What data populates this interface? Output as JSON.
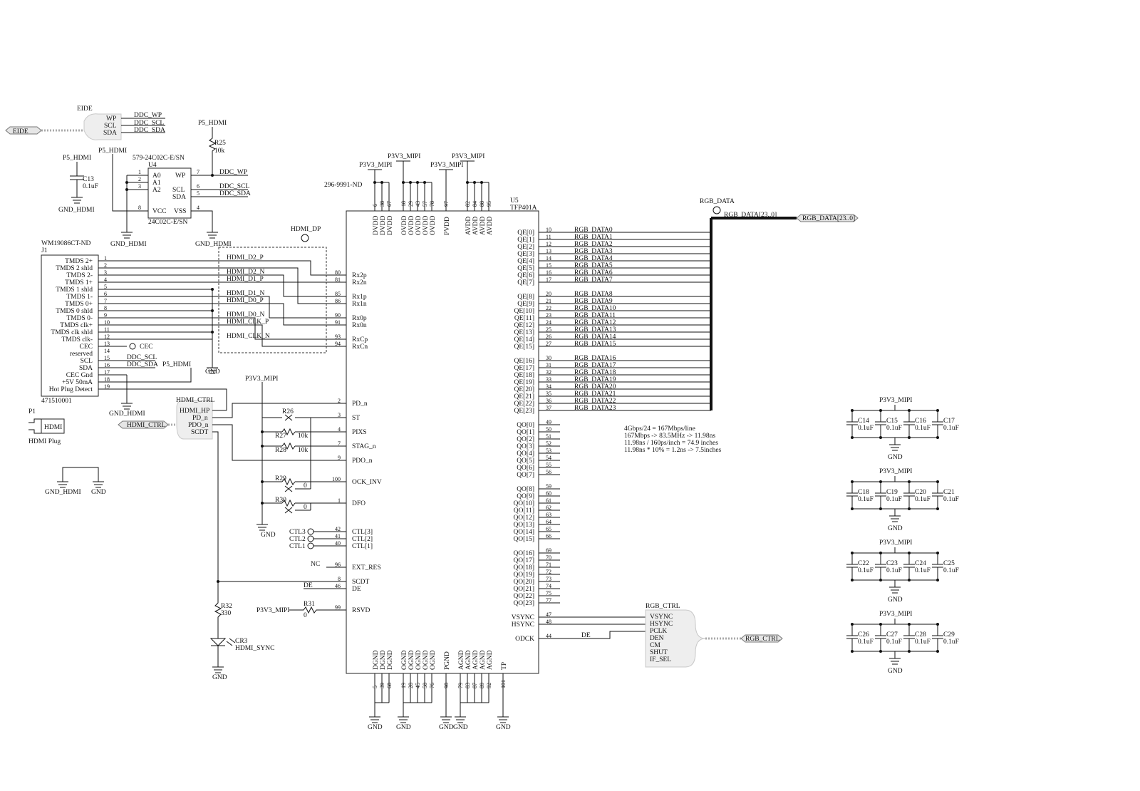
{
  "eide": {
    "port_label": "EIDE",
    "title": "EIDE",
    "pins": [
      "WP",
      "SCL",
      "SDA"
    ],
    "nets": [
      "DDC_WP",
      "DDC_SCL",
      "DDC_SDA"
    ]
  },
  "power": {
    "p5": "P5_HDMI",
    "p3": "P3V3_MIPI",
    "gnd": "GND",
    "gnd_hdmi": "GND_HDMI"
  },
  "c13": {
    "ref": "C13",
    "value": "0.1uF"
  },
  "r25": {
    "ref": "R25",
    "value": "10k"
  },
  "u4": {
    "ref": "U4",
    "part_no": "579-24C02C-E/SN",
    "device": "24C02C-E/SN",
    "pins_left": [
      {
        "num": "1",
        "name": "A0"
      },
      {
        "num": "2",
        "name": "A1"
      },
      {
        "num": "3",
        "name": "A2"
      }
    ],
    "pin_wp": {
      "num": "7",
      "name": "WP"
    },
    "pin_scl": {
      "num": "6",
      "name": "SCL"
    },
    "pin_sda": {
      "num": "5",
      "name": "SDA"
    },
    "pin_vcc": {
      "num": "8",
      "name": "VCC"
    },
    "pin_vss": {
      "num": "4",
      "name": "VSS"
    },
    "nets": [
      "DDC_WP",
      "DDC_SCL",
      "DDC_SDA"
    ]
  },
  "hdmi_dp": {
    "label": "HDMI_DP",
    "nets": [
      "HDMI_D2_P",
      "HDMI_D2_N",
      "HDMI_D1_P",
      "HDMI_D1_N",
      "HDMI_D0_P",
      "HDMI_D0_N",
      "HDMI_CLK_P",
      "HDMI_CLK_N"
    ]
  },
  "j1": {
    "part": "WM19086CT-ND",
    "ref": "J1",
    "footer": "471510001",
    "pins": [
      {
        "num": "1",
        "name": "TMDS 2+"
      },
      {
        "num": "2",
        "name": "TMDS 2 shld"
      },
      {
        "num": "3",
        "name": "TMDS 2-"
      },
      {
        "num": "4",
        "name": "TMDS 1+"
      },
      {
        "num": "5",
        "name": "TMDS 1 shld"
      },
      {
        "num": "6",
        "name": "TMDS 1-"
      },
      {
        "num": "7",
        "name": "TMDS 0+"
      },
      {
        "num": "8",
        "name": "TMDS 0 shld"
      },
      {
        "num": "9",
        "name": "TMDS 0-"
      },
      {
        "num": "10",
        "name": "TMDS clk+"
      },
      {
        "num": "11",
        "name": "TMDS clk shld"
      },
      {
        "num": "12",
        "name": "TMDS clk-"
      },
      {
        "num": "13",
        "name": "CEC"
      },
      {
        "num": "14",
        "name": "reserved"
      },
      {
        "num": "15",
        "name": "SCL"
      },
      {
        "num": "16",
        "name": "SDA"
      },
      {
        "num": "17",
        "name": "CEC Gnd"
      },
      {
        "num": "18",
        "name": "+5V 50mA"
      },
      {
        "num": "19",
        "name": "Hot Plug Detect"
      }
    ],
    "cec": "CEC",
    "ddc_scl": "DDC_SCL",
    "ddc_sda": "DDC_SDA"
  },
  "p1": {
    "ref": "P1",
    "body": "HDMI",
    "caption": "HDMI Plug"
  },
  "hdmi_ctrl": {
    "title": "HDMI_CTRL",
    "port": "HDMI_CTRL",
    "pins": [
      "HDMI_HP",
      "PD_n",
      "PDO_n",
      "SCDT"
    ]
  },
  "u5": {
    "ref": "U5",
    "device": "TFP401A",
    "part_no": "296-9991-ND",
    "top_pins": [
      {
        "num": "6",
        "name": "DVDD"
      },
      {
        "num": "38",
        "name": "DVDD"
      },
      {
        "num": "67",
        "name": "DVDD"
      },
      {
        "num": "18",
        "name": "OVDD"
      },
      {
        "num": "29",
        "name": "OVDD"
      },
      {
        "num": "43",
        "name": "OVDD"
      },
      {
        "num": "57",
        "name": "OVDD"
      },
      {
        "num": "78",
        "name": "OVDD"
      },
      {
        "num": "97",
        "name": "PVDD"
      },
      {
        "num": "82",
        "name": "AVDD"
      },
      {
        "num": "84",
        "name": "AVDD"
      },
      {
        "num": "88",
        "name": "AVDD"
      },
      {
        "num": "95",
        "name": "AVDD"
      }
    ],
    "bottom_pins": [
      {
        "num": "5",
        "name": "DGND"
      },
      {
        "num": "39",
        "name": "DGND"
      },
      {
        "num": "68",
        "name": "DGND"
      },
      {
        "num": "19",
        "name": "OGND"
      },
      {
        "num": "28",
        "name": "OGND"
      },
      {
        "num": "45",
        "name": "OGND"
      },
      {
        "num": "58",
        "name": "OGND"
      },
      {
        "num": "76",
        "name": "OGND"
      },
      {
        "num": "98",
        "name": "PGND"
      },
      {
        "num": "79",
        "name": "AGND"
      },
      {
        "num": "83",
        "name": "AGND"
      },
      {
        "num": "87",
        "name": "AGND"
      },
      {
        "num": "89",
        "name": "AGND"
      },
      {
        "num": "92",
        "name": "AGND"
      },
      {
        "num": "101",
        "name": "TP"
      }
    ],
    "left_pins": [
      {
        "num": "80",
        "name": "Rx2p"
      },
      {
        "num": "81",
        "name": "Rx2n"
      },
      {
        "num": "85",
        "name": "Rx1p"
      },
      {
        "num": "86",
        "name": "Rx1n"
      },
      {
        "num": "90",
        "name": "Rx0p"
      },
      {
        "num": "91",
        "name": "Rx0n"
      },
      {
        "num": "93",
        "name": "RxCp"
      },
      {
        "num": "94",
        "name": "RxCn"
      },
      {
        "num": "2",
        "name": "PD_n"
      },
      {
        "num": "3",
        "name": "ST"
      },
      {
        "num": "4",
        "name": "PIXS"
      },
      {
        "num": "7",
        "name": "STAG_n"
      },
      {
        "num": "9",
        "name": "PDO_n"
      },
      {
        "num": "100",
        "name": "OCK_INV"
      },
      {
        "num": "1",
        "name": "DFO"
      },
      {
        "num": "42",
        "name": "CTL[3]"
      },
      {
        "num": "41",
        "name": "CTL[2]"
      },
      {
        "num": "40",
        "name": "CTL[1]"
      },
      {
        "num": "96",
        "name": "EXT_RES"
      },
      {
        "num": "8",
        "name": "SCDT"
      },
      {
        "num": "46",
        "name": "DE"
      },
      {
        "num": "99",
        "name": "RSVD"
      }
    ],
    "qe_pins": [
      {
        "num": "10",
        "name": "QE[0]"
      },
      {
        "num": "11",
        "name": "QE[1]"
      },
      {
        "num": "12",
        "name": "QE[2]"
      },
      {
        "num": "13",
        "name": "QE[3]"
      },
      {
        "num": "14",
        "name": "QE[4]"
      },
      {
        "num": "15",
        "name": "QE[5]"
      },
      {
        "num": "16",
        "name": "QE[6]"
      },
      {
        "num": "17",
        "name": "QE[7]"
      },
      {
        "num": "20",
        "name": "QE[8]"
      },
      {
        "num": "21",
        "name": "QE[9]"
      },
      {
        "num": "22",
        "name": "QE[10]"
      },
      {
        "num": "23",
        "name": "QE[11]"
      },
      {
        "num": "24",
        "name": "QE[12]"
      },
      {
        "num": "25",
        "name": "QE[13]"
      },
      {
        "num": "26",
        "name": "QE[14]"
      },
      {
        "num": "27",
        "name": "QE[15]"
      },
      {
        "num": "30",
        "name": "QE[16]"
      },
      {
        "num": "31",
        "name": "QE[17]"
      },
      {
        "num": "32",
        "name": "QE[18]"
      },
      {
        "num": "33",
        "name": "QE[19]"
      },
      {
        "num": "34",
        "name": "QE[20]"
      },
      {
        "num": "35",
        "name": "QE[21]"
      },
      {
        "num": "36",
        "name": "QE[22]"
      },
      {
        "num": "37",
        "name": "QE[23]"
      }
    ],
    "qo_pins": [
      {
        "num": "49",
        "name": "QO[0]"
      },
      {
        "num": "50",
        "name": "QO[1]"
      },
      {
        "num": "51",
        "name": "QO[2]"
      },
      {
        "num": "52",
        "name": "QO[3]"
      },
      {
        "num": "53",
        "name": "QO[4]"
      },
      {
        "num": "54",
        "name": "QO[5]"
      },
      {
        "num": "55",
        "name": "QO[6]"
      },
      {
        "num": "56",
        "name": "QO[7]"
      },
      {
        "num": "59",
        "name": "QO[8]"
      },
      {
        "num": "60",
        "name": "QO[9]"
      },
      {
        "num": "61",
        "name": "QO[10]"
      },
      {
        "num": "62",
        "name": "QO[11]"
      },
      {
        "num": "63",
        "name": "QO[12]"
      },
      {
        "num": "64",
        "name": "QO[13]"
      },
      {
        "num": "65",
        "name": "QO[14]"
      },
      {
        "num": "66",
        "name": "QO[15]"
      },
      {
        "num": "69",
        "name": "QO[16]"
      },
      {
        "num": "70",
        "name": "QO[17]"
      },
      {
        "num": "71",
        "name": "QO[18]"
      },
      {
        "num": "72",
        "name": "QO[19]"
      },
      {
        "num": "73",
        "name": "QO[20]"
      },
      {
        "num": "74",
        "name": "QO[21]"
      },
      {
        "num": "75",
        "name": "QO[22]"
      },
      {
        "num": "77",
        "name": "QO[23]"
      }
    ],
    "ctrl_pins": [
      {
        "num": "47",
        "name": "VSYNC"
      },
      {
        "num": "48",
        "name": "HSYNC"
      },
      {
        "num": "44",
        "name": "ODCK"
      }
    ]
  },
  "rgb_nets": [
    "RGB_DATA0",
    "RGB_DATA1",
    "RGB_DATA2",
    "RGB_DATA3",
    "RGB_DATA4",
    "RGB_DATA5",
    "RGB_DATA6",
    "RGB_DATA7",
    "RGB_DATA8",
    "RGB_DATA9",
    "RGB_DATA10",
    "RGB_DATA11",
    "RGB_DATA12",
    "RGB_DATA13",
    "RGB_DATA14",
    "RGB_DATA15",
    "RGB_DATA16",
    "RGB_DATA17",
    "RGB_DATA18",
    "RGB_DATA19",
    "RGB_DATA20",
    "RGB_DATA21",
    "RGB_DATA22",
    "RGB_DATA23"
  ],
  "rgb_data": {
    "title": "RGB_DATA",
    "bus": "RGB_DATA[23..0]",
    "port": "RGB_DATA[23..0]"
  },
  "rgb_ctrl": {
    "title": "RGB_CTRL",
    "port": "RGB_CTRL",
    "pins": [
      "VSYNC",
      "HSYNC",
      "PCLK",
      "DEN",
      "CM",
      "SHUT",
      "IF_SEL"
    ]
  },
  "passives": {
    "r26": "R26",
    "r27": "R27",
    "r27v": "10k",
    "r28": "R28",
    "r28v": "10k",
    "r29": "R29",
    "r29v": "0",
    "r30": "R30",
    "r30v": "0",
    "r31": "R31",
    "r31v": "0",
    "r32": "R32",
    "r32v": "330",
    "cr3": "CR3",
    "cr3n": "HDMI_SYNC"
  },
  "misc": {
    "nc": "NC",
    "de": "DE",
    "ctl3": "CTL3",
    "ctl2": "CTL2",
    "ctl1": "CTL1"
  },
  "notes": [
    "4Gbps/24 = 167Mbps/line",
    "167Mbps -> 83.5MHz -> 11.98ns",
    "11.98ns / 160ps/inch = 74.9 inches",
    "11.98ns * 10% = 1.2ns -> 7.5inches"
  ],
  "decoupling": [
    {
      "net": "P3V3_MIPI",
      "gnd": "GND",
      "caps": [
        {
          "ref": "C14",
          "value": "0.1uF"
        },
        {
          "ref": "C15",
          "value": "0.1uF"
        },
        {
          "ref": "C16",
          "value": "0.1uF"
        },
        {
          "ref": "C17",
          "value": "0.1uF"
        }
      ]
    },
    {
      "net": "P3V3_MIPI",
      "gnd": "GND",
      "caps": [
        {
          "ref": "C18",
          "value": "0.1uF"
        },
        {
          "ref": "C19",
          "value": "0.1uF"
        },
        {
          "ref": "C20",
          "value": "0.1uF"
        },
        {
          "ref": "C21",
          "value": "0.1uF"
        }
      ]
    },
    {
      "net": "P3V3_MIPI",
      "gnd": "GND",
      "caps": [
        {
          "ref": "C22",
          "value": "0.1uF"
        },
        {
          "ref": "C23",
          "value": "0.1uF"
        },
        {
          "ref": "C24",
          "value": "0.1uF"
        },
        {
          "ref": "C25",
          "value": "0.1uF"
        }
      ]
    },
    {
      "net": "P3V3_MIPI",
      "gnd": "GND",
      "caps": [
        {
          "ref": "C26",
          "value": "0.1uF"
        },
        {
          "ref": "C27",
          "value": "0.1uF"
        },
        {
          "ref": "C28",
          "value": "0.1uF"
        },
        {
          "ref": "C29",
          "value": "0.1uF"
        }
      ]
    }
  ]
}
